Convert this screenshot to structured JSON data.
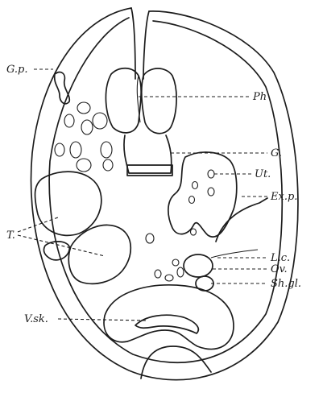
{
  "labels": {
    "gp": "G.p.",
    "ph": "Ph",
    "g": "G.",
    "ut": "Ut.",
    "exp": "Ex.p.",
    "t": "T.",
    "lc": "L.c.",
    "ov": "Ov.",
    "shgl": "Sh.gl.",
    "vsk": "V.sk."
  }
}
